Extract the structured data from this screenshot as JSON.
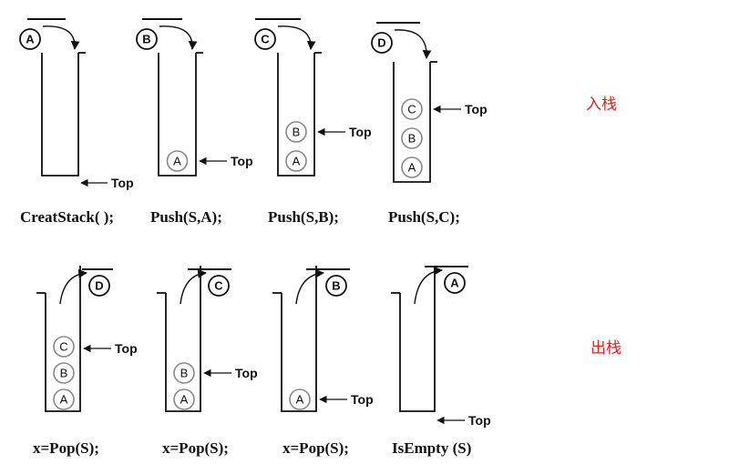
{
  "labels": {
    "push_title": "入栈",
    "pop_title": "出栈",
    "top": "Top"
  },
  "colors": {
    "accent_red": "#e02020",
    "ball_inner": "#888888",
    "ball_outer": "#111111",
    "line": "#111111"
  },
  "push_row": [
    {
      "caption": "CreatStack( );",
      "stack": [],
      "moving": "A"
    },
    {
      "caption": "Push(S,A);",
      "stack": [
        "A"
      ],
      "moving": "B"
    },
    {
      "caption": "Push(S,B);",
      "stack": [
        "A",
        "B"
      ],
      "moving": "C"
    },
    {
      "caption": "Push(S,C);",
      "stack": [
        "A",
        "B",
        "C"
      ],
      "moving": "D"
    }
  ],
  "pop_row": [
    {
      "caption": "x=Pop(S);",
      "stack": [
        "A",
        "B",
        "C"
      ],
      "moving": "D"
    },
    {
      "caption": "x=Pop(S);",
      "stack": [
        "A",
        "B"
      ],
      "moving": "C"
    },
    {
      "caption": "x=Pop(S);",
      "stack": [
        "A"
      ],
      "moving": "B"
    },
    {
      "caption": "IsEmpty (S)",
      "stack": [],
      "moving": "A"
    }
  ]
}
